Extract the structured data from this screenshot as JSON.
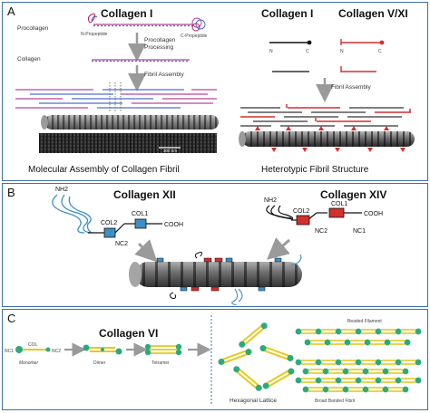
{
  "panel_a": {
    "label": "A",
    "title_left": "Collagen I",
    "title_right_1": "Collagen I",
    "title_right_2": "Collagen V/XI",
    "procollagen": "Procollagen",
    "collagen": "Collagen",
    "n_propeptide": "N-Propeptide",
    "c_propeptide": "C-Propeptide",
    "processing": "Procollagen Processing",
    "fibril_assembly_left": "Fibril Assembly",
    "fibril_assembly_right": "Fibril Assembly",
    "scale": "300 nm",
    "n": "N",
    "c": "C",
    "caption_left": "Molecular Assembly of Collagen Fibril",
    "caption_right": "Heterotypic Fibril Structure"
  },
  "panel_b": {
    "label": "B",
    "title_xii": "Collagen XII",
    "title_xiv": "Collagen XIV",
    "nh2": "NH2",
    "col2": "COL2",
    "col1": "COL1",
    "cooh": "COOH",
    "nc2": "NC2",
    "nc1": "NC1"
  },
  "panel_c": {
    "label": "C",
    "title": "Collagen VI",
    "col": "COL",
    "nc1": "NC1",
    "nc2": "NC2",
    "monomer": "Monomer",
    "dimer": "Dimer",
    "tetramer": "Tetramer",
    "hexagonal": "Hexagonal Lattice",
    "beaded": "Beaded Filament",
    "broad": "Broad Banded Fibril"
  },
  "colors": {
    "border": "#3d6fa7",
    "blue_box": "#3d8fc6",
    "red_box": "#d32f2f",
    "green_bead": "#2bab7c",
    "yellow": "#e7c81f",
    "arrow": "#9a9a9a",
    "strand_pink": "#b4479a",
    "strand_blue": "#4f6fc8"
  }
}
